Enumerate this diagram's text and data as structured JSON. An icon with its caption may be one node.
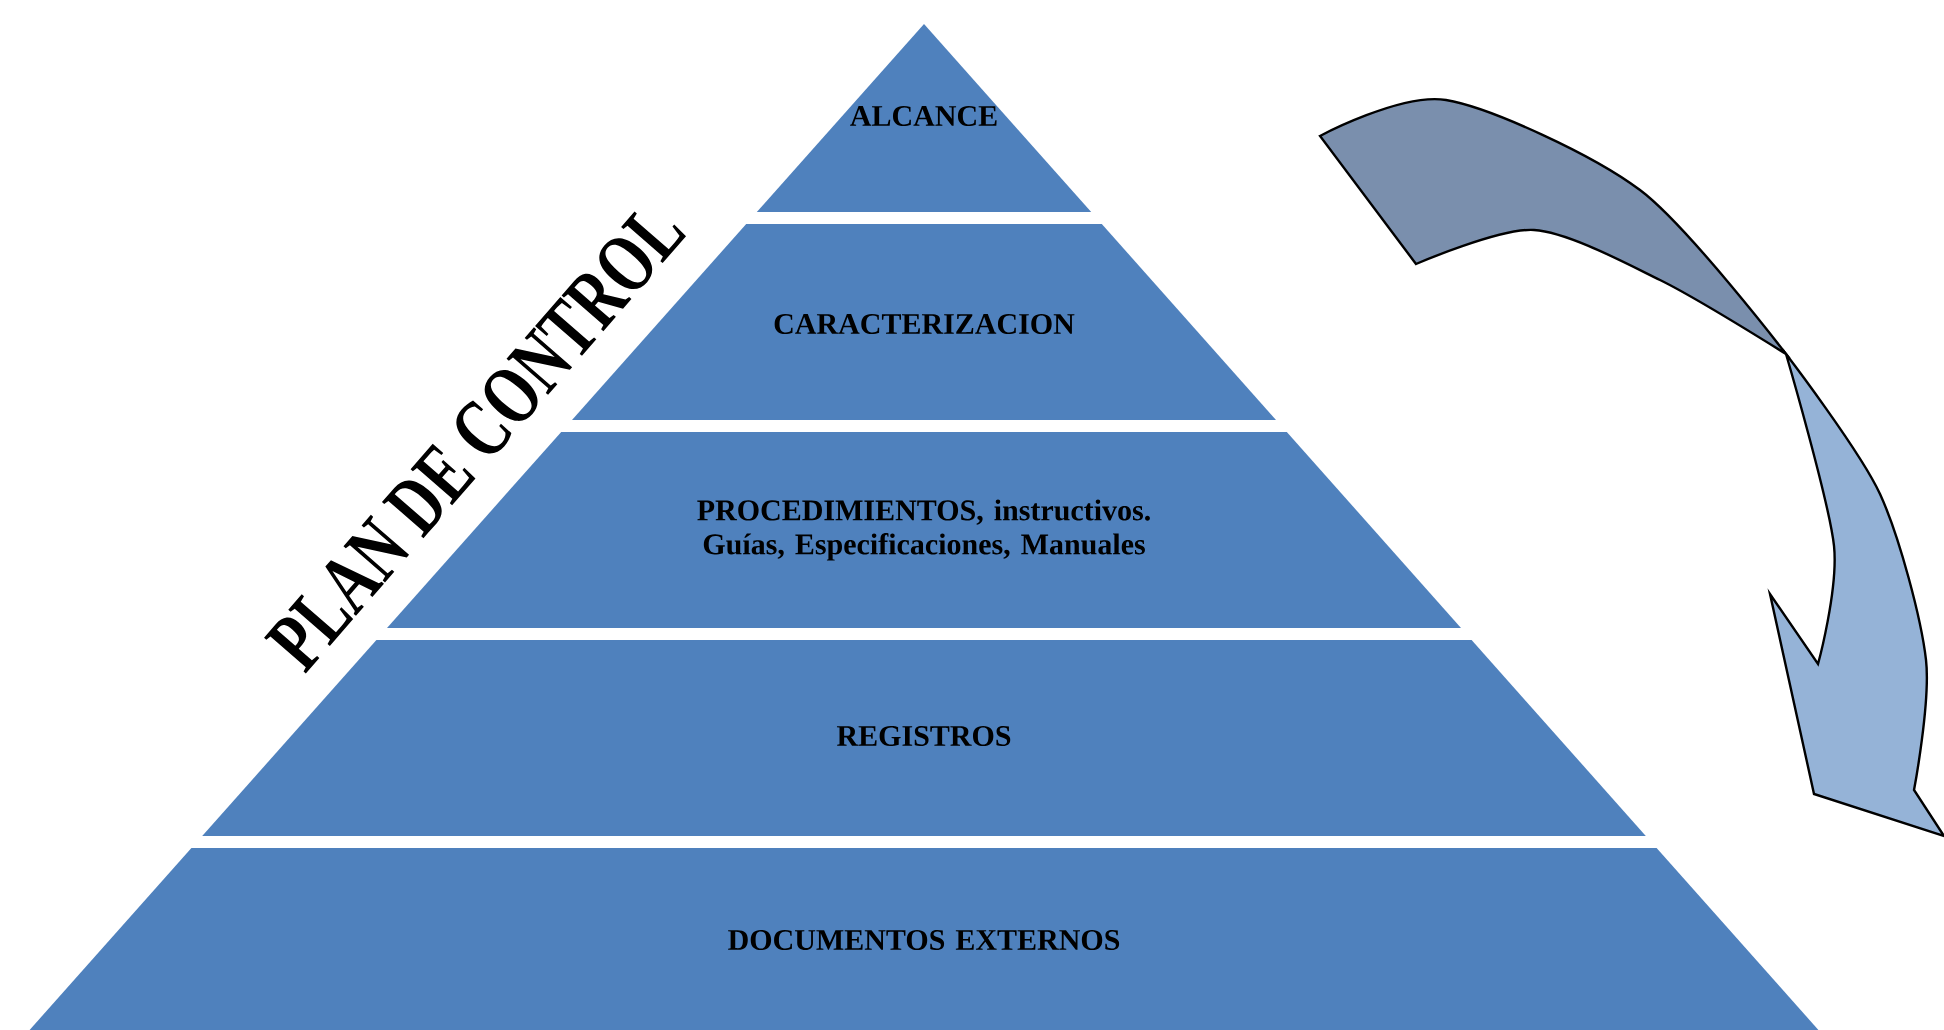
{
  "diagram": {
    "nodes": [
      {
        "text": [
          "ALCANCE"
        ]
      },
      {
        "text": [
          "CARACTERIZACION"
        ]
      },
      {
        "text": [
          "PROCEDIMIENTOS, instructivos. Guías, Especificaciones, Manuales"
        ]
      },
      {
        "text": [
          "REGISTROS"
        ]
      },
      {
        "text": [
          "DOCUMENTOS EXTERNOS"
        ]
      }
    ],
    "labels": [
      "PLAN DE CONTROL"
    ]
  }
}
